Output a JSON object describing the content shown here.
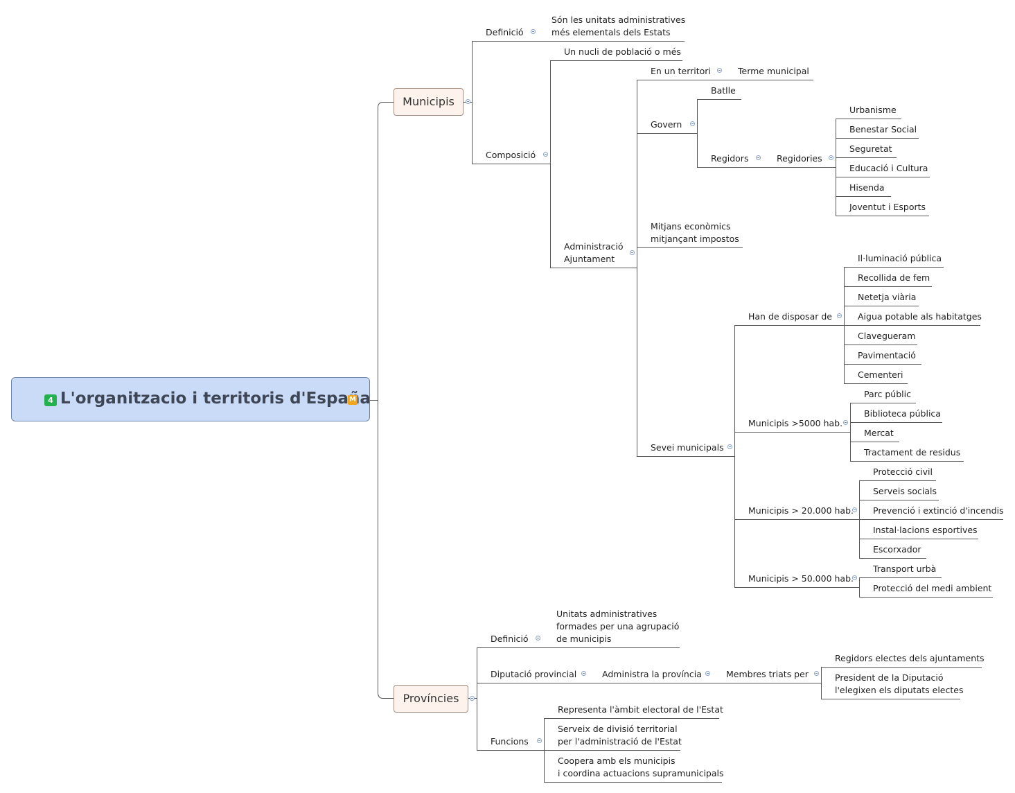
{
  "root": {
    "title": "L'organitzacio i territoris d'España",
    "badge": "4",
    "marker_icon": "M"
  },
  "branches": {
    "municipis": {
      "label": "Municipis",
      "definicio": {
        "label": "Definició",
        "text": [
          "Són les unitats administratives",
          "més elementals dels Estats"
        ]
      },
      "composicio": {
        "label": "Composició",
        "nucli": "Un nucli de població o més",
        "territori": {
          "label": "En un territori",
          "child": "Terme municipal"
        },
        "administracio": {
          "label": [
            "Administració",
            "Ajuntament"
          ],
          "govern": {
            "label": "Govern",
            "batlle": "Batlle",
            "regidors": "Regidors",
            "regidories": "Regidories",
            "regidories_items": [
              "Urbanisme",
              "Benestar Social",
              "Seguretat",
              "Educació i Cultura",
              "Hisenda",
              "Joventut i Esports"
            ]
          },
          "mitjans": [
            "Mitjans econòmics",
            "mitjançant impostos"
          ],
          "serveis": {
            "label": "Sevei municipals",
            "han_de": {
              "label": "Han de disposar de",
              "items": [
                "Il·luminació pública",
                "Recollida de fem",
                "Netetja viària",
                "Aigua potable als habitatges",
                "Clavegueram",
                "Pavimentació",
                "Cementeri"
              ]
            },
            "m5000": {
              "label": "Municipis >5000 hab.",
              "items": [
                "Parc públic",
                "Biblioteca pública",
                "Mercat",
                "Tractament de residus"
              ]
            },
            "m20000": {
              "label": "Municipis > 20.000 hab.",
              "items": [
                "Protecció civil",
                "Serveis socials",
                "Prevenció i extinció d'incendis",
                "Instal·lacions esportives",
                "Escorxador"
              ]
            },
            "m50000": {
              "label": "Municipis > 50.000 hab.",
              "items": [
                "Transport urbà",
                "Protecció del medi ambient"
              ]
            }
          }
        }
      }
    },
    "provincies": {
      "label": "Províncies",
      "definicio": {
        "label": "Definició",
        "text": [
          "Unitats administratives",
          "formades per una agrupació",
          "de municipis"
        ]
      },
      "diputacio": {
        "label": "Diputació provincial",
        "administra": "Administra la província",
        "membres": "Membres triats per",
        "membres_items": [
          "Regidors electes dels ajuntaments",
          [
            "President de la Diputació",
            "l'elegixen els diputats electes"
          ]
        ]
      },
      "funcions": {
        "label": "Funcions",
        "items": [
          "Representa l'àmbit electoral de l'Estat",
          [
            "Serveix de divisió territorial",
            "per l'administració de l'Estat"
          ],
          [
            "Coopera amb els municipis",
            "i coordina actuacions supramunicipals"
          ]
        ]
      }
    }
  },
  "colors": {
    "line": "#555555",
    "root_fill": "#c9dbf7",
    "branch_fill": "#fdf3ec",
    "badge": "#22b14c",
    "marker": "#f1a51c"
  }
}
